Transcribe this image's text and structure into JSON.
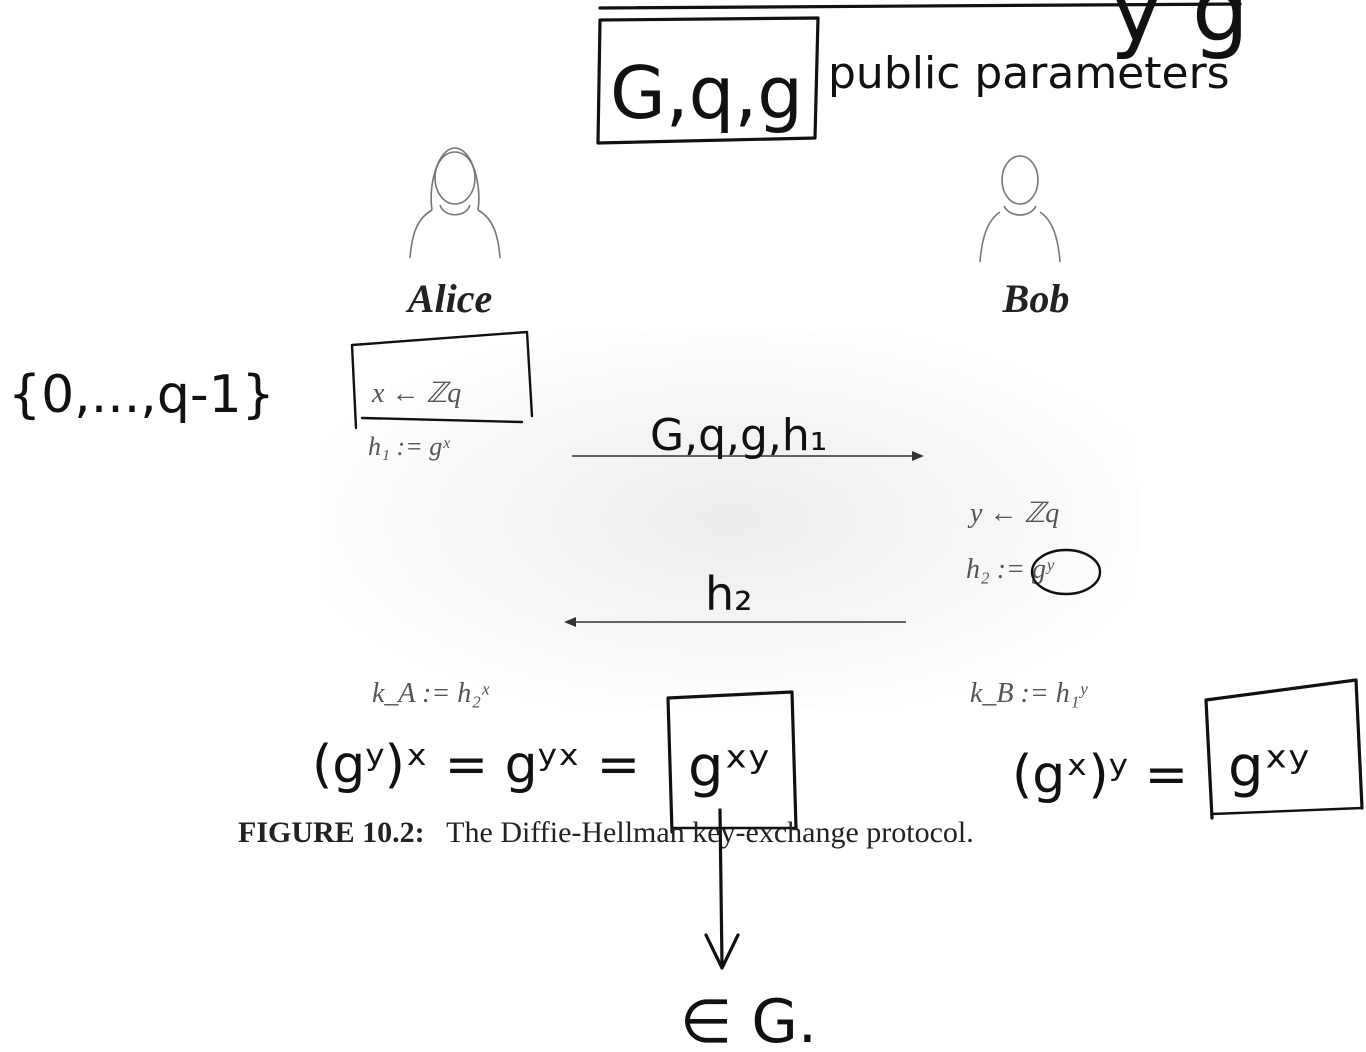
{
  "title_fragment": "y    g",
  "params": {
    "boxed": "G,q,g",
    "note": "public parameters"
  },
  "parties": {
    "alice": "Alice",
    "bob": "Bob"
  },
  "alice": {
    "range": "{0,...,q-1}",
    "sample": "x ← ℤq",
    "h1": "h₁ := gˣ",
    "key": "k_A := h₂ˣ",
    "derivation_lhs": "(gʸ)ˣ = gʸˣ =",
    "derivation_box": "gˣʸ"
  },
  "bob": {
    "sample": "y ← ℤq",
    "h2": "h₂ := gʸ",
    "key": "k_B := h₁ʸ",
    "derivation_lhs": "(gˣ)ʸ =",
    "derivation_box": "gˣʸ"
  },
  "messages": {
    "to_bob": "G,q,g,h₁",
    "to_alice": "h₂"
  },
  "caption": {
    "label": "FIGURE 10.2:",
    "text": "The Diffie-Hellman key-exchange protocol."
  },
  "note_bottom": "∈ G."
}
